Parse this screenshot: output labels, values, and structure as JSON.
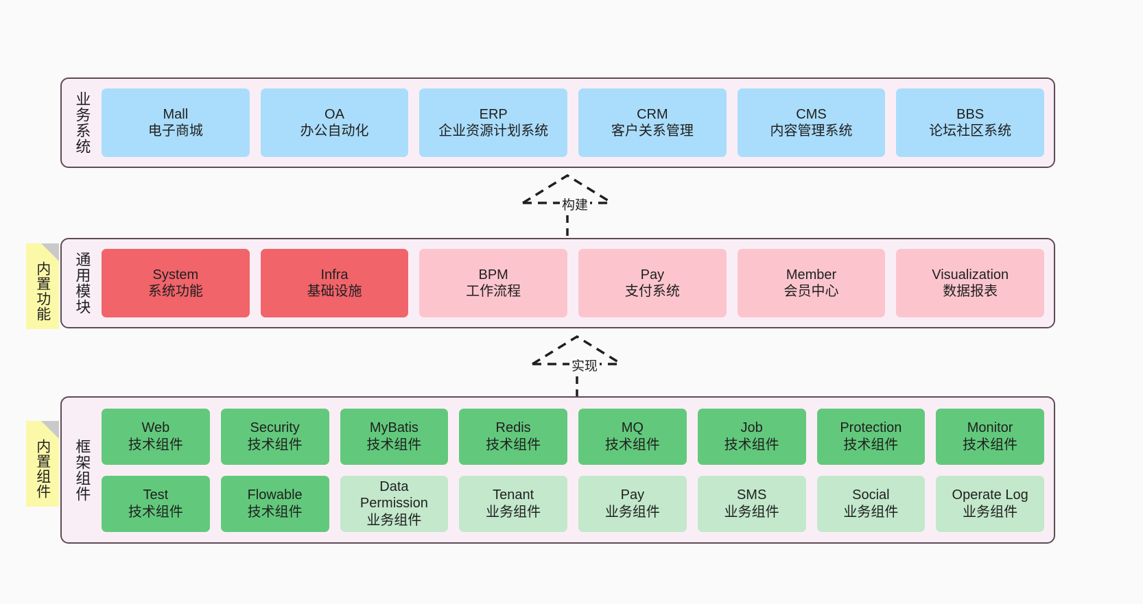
{
  "diagram": {
    "background_color": "#fafafa",
    "container_border_color": "#5d4a55",
    "container_fill_color": "#faeef6",
    "sticky_color": "#fbf8a8"
  },
  "layers": [
    {
      "title": "业务系统",
      "sticky": null,
      "rows": [
        {
          "cards": [
            {
              "name": "Mall",
              "desc": "电子商城",
              "color": "#aaddfb"
            },
            {
              "name": "OA",
              "desc": "办公自动化",
              "color": "#aaddfb"
            },
            {
              "name": "ERP",
              "desc": "企业资源计划系统",
              "color": "#aaddfb"
            },
            {
              "name": "CRM",
              "desc": "客户关系管理",
              "color": "#aaddfb"
            },
            {
              "name": "CMS",
              "desc": "内容管理系统",
              "color": "#aaddfb"
            },
            {
              "name": "BBS",
              "desc": "论坛社区系统",
              "color": "#aaddfb"
            }
          ]
        }
      ]
    },
    {
      "title": "通用模块",
      "sticky": "内置功能",
      "rows": [
        {
          "cards": [
            {
              "name": "System",
              "desc": "系统功能",
              "color": "#f0646a"
            },
            {
              "name": "Infra",
              "desc": "基础设施",
              "color": "#f0646a"
            },
            {
              "name": "BPM",
              "desc": "工作流程",
              "color": "#fcc5cd"
            },
            {
              "name": "Pay",
              "desc": "支付系统",
              "color": "#fcc5cd"
            },
            {
              "name": "Member",
              "desc": "会员中心",
              "color": "#fcc5cd"
            },
            {
              "name": "Visualization",
              "desc": "数据报表",
              "color": "#fcc5cd"
            }
          ]
        }
      ]
    },
    {
      "title": "框架组件",
      "sticky": "内置组件",
      "rows": [
        {
          "cards": [
            {
              "name": "Web",
              "desc": "技术组件",
              "color": "#62c97c"
            },
            {
              "name": "Security",
              "desc": "技术组件",
              "color": "#62c97c"
            },
            {
              "name": "MyBatis",
              "desc": "技术组件",
              "color": "#62c97c"
            },
            {
              "name": "Redis",
              "desc": "技术组件",
              "color": "#62c97c"
            },
            {
              "name": "MQ",
              "desc": "技术组件",
              "color": "#62c97c"
            },
            {
              "name": "Job",
              "desc": "技术组件",
              "color": "#62c97c"
            },
            {
              "name": "Protection",
              "desc": "技术组件",
              "color": "#62c97c"
            },
            {
              "name": "Monitor",
              "desc": "技术组件",
              "color": "#62c97c"
            }
          ]
        },
        {
          "cards": [
            {
              "name": "Test",
              "desc": "技术组件",
              "color": "#62c97c"
            },
            {
              "name": "Flowable",
              "desc": "技术组件",
              "color": "#62c97c"
            },
            {
              "name": "Data Permission",
              "desc": "业务组件",
              "color": "#c3e8cb"
            },
            {
              "name": "Tenant",
              "desc": "业务组件",
              "color": "#c3e8cb"
            },
            {
              "name": "Pay",
              "desc": "业务组件",
              "color": "#c3e8cb"
            },
            {
              "name": "SMS",
              "desc": "业务组件",
              "color": "#c3e8cb"
            },
            {
              "name": "Social",
              "desc": "业务组件",
              "color": "#c3e8cb"
            },
            {
              "name": "Operate Log",
              "desc": "业务组件",
              "color": "#c3e8cb"
            }
          ]
        }
      ]
    }
  ],
  "connectors": [
    {
      "label": "构建",
      "from": "通用模块",
      "to": "业务系统",
      "style": "dashed-hollow-triangle"
    },
    {
      "label": "实现",
      "from": "框架组件",
      "to": "通用模块",
      "style": "dashed-hollow-triangle"
    }
  ]
}
